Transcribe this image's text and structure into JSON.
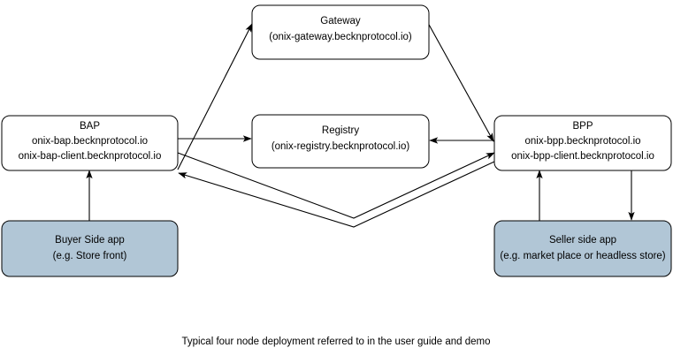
{
  "diagram": {
    "caption": "Typical four node deployment referred to in the user guide and demo",
    "colors": {
      "node_fill_plain": "#ffffff",
      "node_fill_accent": "#b1c6d6",
      "stroke": "#000000",
      "background": "#ffffff",
      "text": "#000000"
    },
    "nodes": [
      {
        "id": "gateway",
        "title": "Gateway",
        "subtitle": "(onix-gateway.becknprotocol.io)",
        "style": "plain"
      },
      {
        "id": "bap",
        "title": "BAP",
        "line2": "onix-bap.becknprotocol.io",
        "line3": "onix-bap-client.becknprotocol.io",
        "style": "plain"
      },
      {
        "id": "registry",
        "title": "Registry",
        "subtitle": "(onix-registry.becknprotocol.io)",
        "style": "plain"
      },
      {
        "id": "bpp",
        "title": "BPP",
        "line2": "onix-bpp.becknprotocol.io",
        "line3": "onix-bpp-client.becknprotocol.io",
        "style": "plain"
      },
      {
        "id": "buyer-app",
        "title": "Buyer Side app",
        "subtitle": "(e.g. Store front)",
        "style": "accent"
      },
      {
        "id": "seller-app",
        "title": "Seller side app",
        "subtitle": "(e.g. market place or headless store)",
        "style": "accent"
      }
    ],
    "edges": [
      {
        "id": "bap-to-gateway",
        "from": "bap",
        "to": "gateway",
        "arrow": "end"
      },
      {
        "id": "gateway-to-bpp",
        "from": "gateway",
        "to": "bpp",
        "arrow": "end"
      },
      {
        "id": "bap-to-registry",
        "from": "bap",
        "to": "registry",
        "arrow": "end"
      },
      {
        "id": "bpp-to-registry",
        "from": "bpp",
        "to": "registry",
        "arrow": "end"
      },
      {
        "id": "bap-to-bpp",
        "from": "bap",
        "to": "bpp",
        "arrow": "end"
      },
      {
        "id": "bpp-to-bap",
        "from": "bpp",
        "to": "bap",
        "arrow": "end"
      },
      {
        "id": "buyer-app-to-bap",
        "from": "buyer-app",
        "to": "bap",
        "arrow": "end"
      },
      {
        "id": "seller-app-to-bpp",
        "from": "seller-app",
        "to": "bpp",
        "arrow": "end"
      },
      {
        "id": "bpp-to-seller-app",
        "from": "bpp",
        "to": "seller-app",
        "arrow": "end"
      }
    ]
  }
}
